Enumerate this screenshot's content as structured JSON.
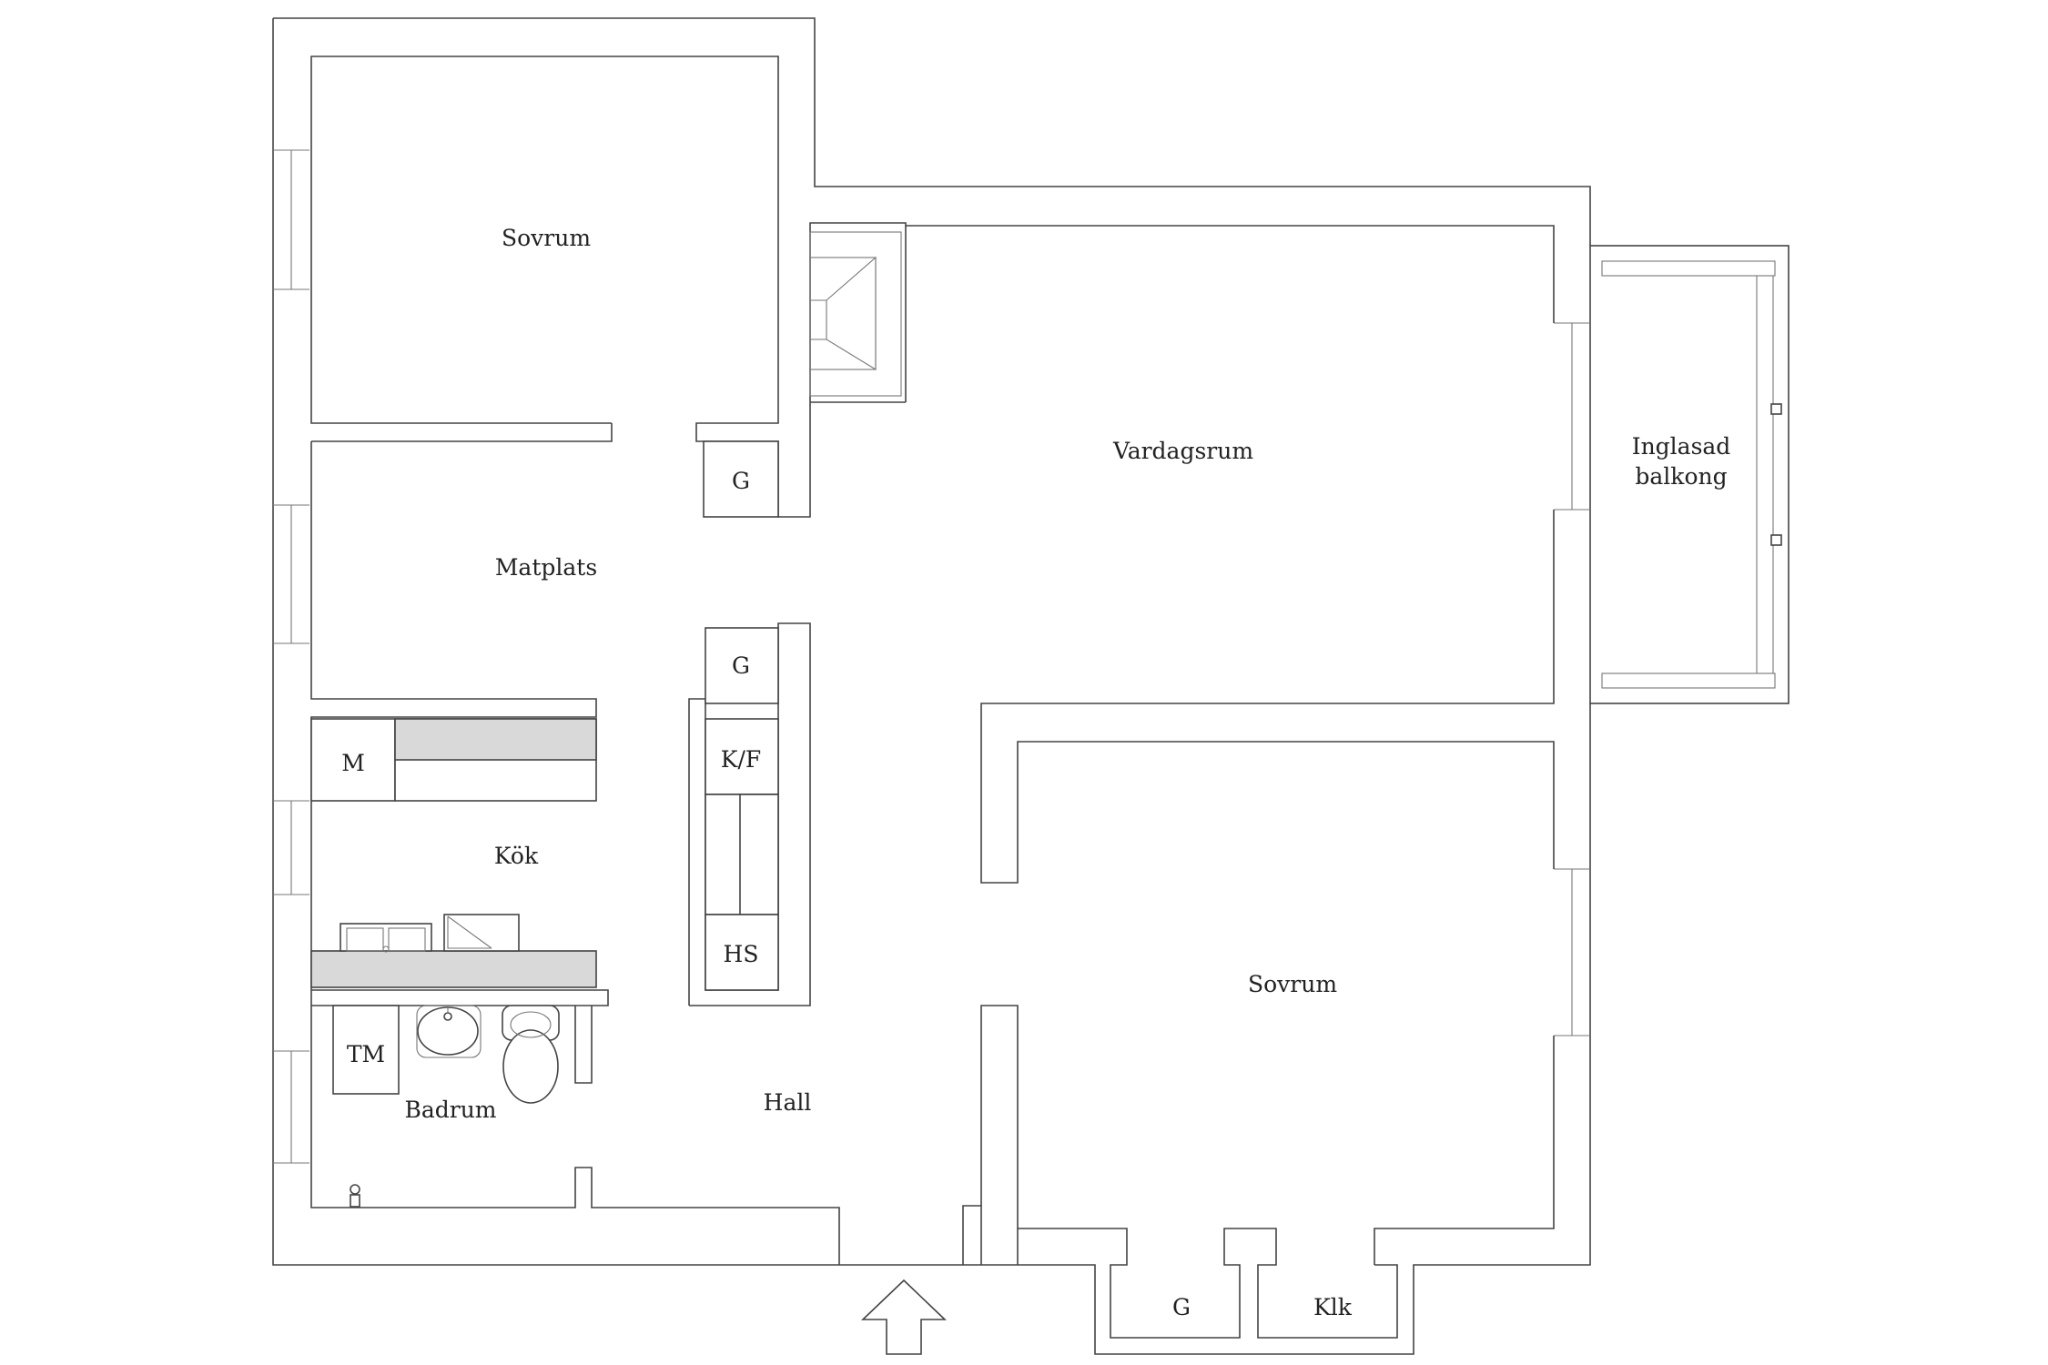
{
  "plan": {
    "rooms": {
      "sovrum_top": "Sovrum",
      "matplats": "Matplats",
      "vardagsrum": "Vardagsrum",
      "balkong_line1": "Inglasad",
      "balkong_line2": "balkong",
      "kok": "Kök",
      "badrum": "Badrum",
      "hall": "Hall",
      "sovrum_bottom": "Sovrum",
      "klk": "Klk"
    },
    "fixtures": {
      "g_upper": "G",
      "g_mid": "G",
      "g_bottom": "G",
      "kf": "K/F",
      "hs": "HS",
      "m": "M",
      "tm": "TM"
    }
  }
}
